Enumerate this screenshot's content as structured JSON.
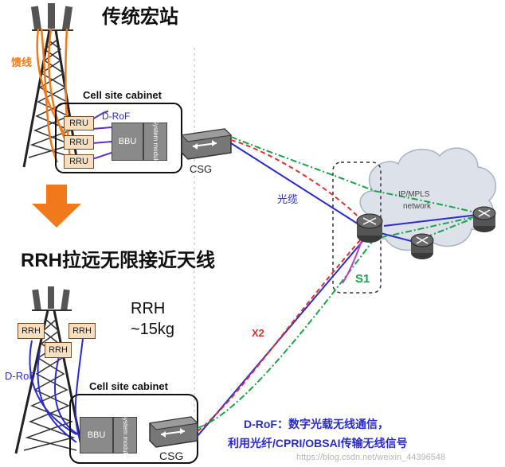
{
  "top": {
    "title": "传统宏站",
    "feeder_label": "馈线",
    "cabinet_label": "Cell site cabinet",
    "droF_label": "D-RoF",
    "rru": [
      "RRU",
      "RRU",
      "RRU"
    ],
    "bbu": "BBU",
    "system_module": "System module",
    "csg": "CSG"
  },
  "arrow": {
    "color": "#f07a1a"
  },
  "bottom": {
    "title": "RRH拉远无限接近天线",
    "rrh": [
      "RRH",
      "RRH",
      "RRH"
    ],
    "rrh_weight_line1": "RRH",
    "rrh_weight_line2": "~15kg",
    "droF_label": "D-RoF",
    "cabinet_label": "Cell site cabinet",
    "bbu": "BBU",
    "system_module": "System module",
    "csg": "CSG"
  },
  "network": {
    "cable_label": "光缆",
    "ipmpls_line1": "IP/MPLS",
    "ipmpls_line2": "network",
    "s1_label": "S1",
    "x2_label": "X2"
  },
  "caption": {
    "line1": "D-RoF：数字光载无线通信，",
    "line2": "利用光纤/CPRI/OBSAI传输无线信号"
  },
  "watermark": "https://blog.csdn.net/weixin_44396548",
  "colors": {
    "fiber_blue": "#2a2ad0",
    "red_dash": "#e23030",
    "green_dash": "#1aa34a",
    "orange": "#f07a1a",
    "magenta": "#c040c0"
  }
}
